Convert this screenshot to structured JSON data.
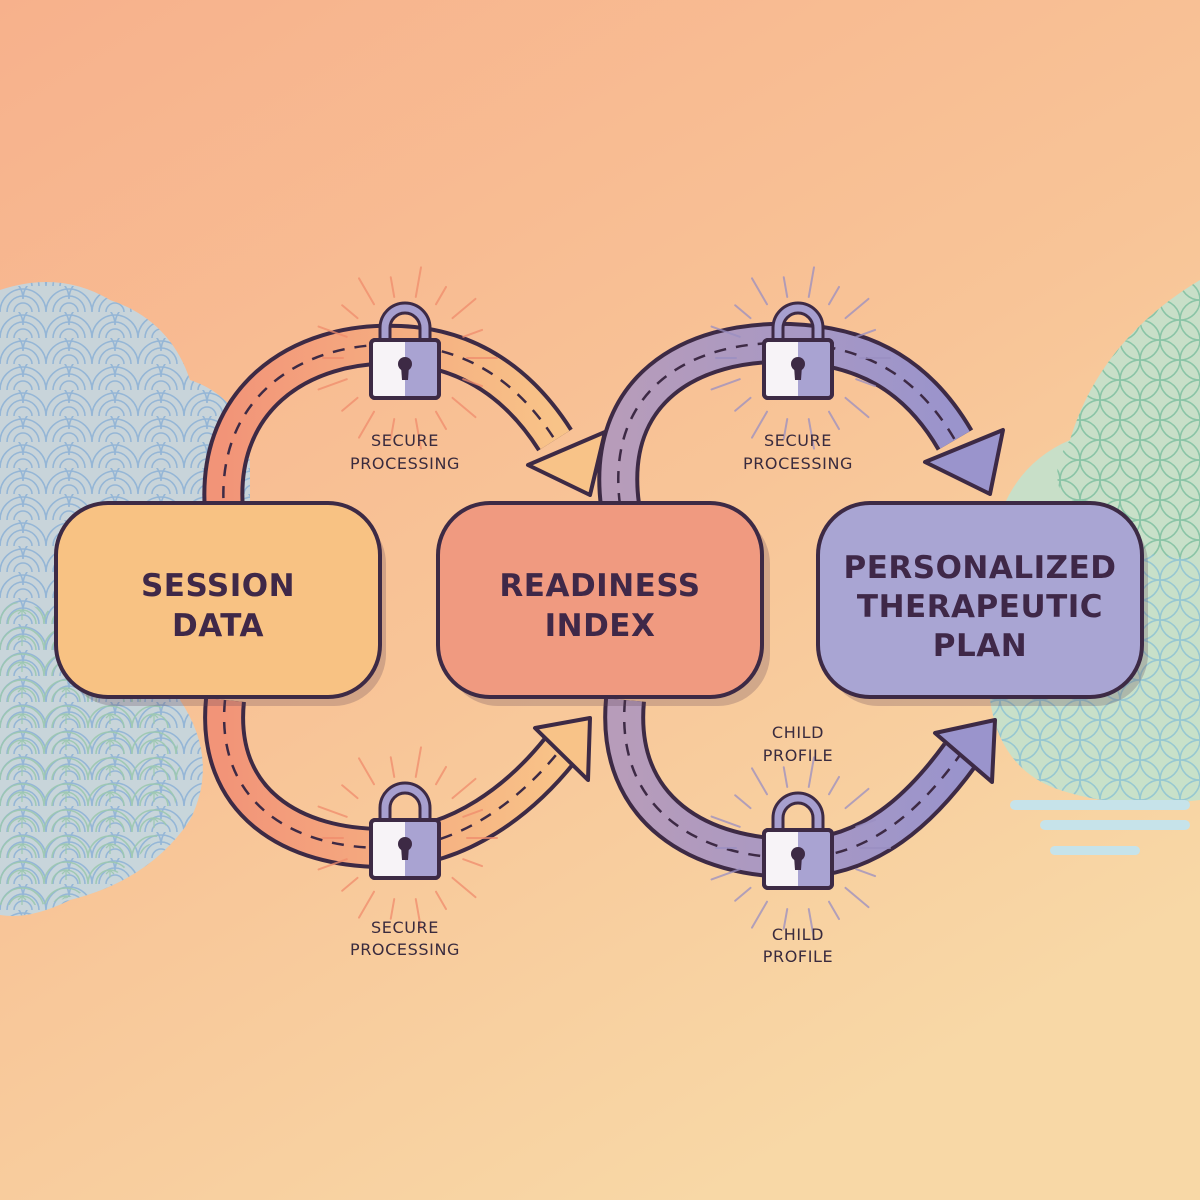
{
  "nodes": {
    "session": {
      "lines": [
        "SESSION",
        "DATA"
      ],
      "fill": "#f8c283"
    },
    "readiness": {
      "lines": [
        "READINESS",
        "INDEX"
      ],
      "fill": "#f09a80"
    },
    "plan": {
      "lines": [
        "PERSONALIZED",
        "THERAPEUTIC",
        "PLAN"
      ],
      "fill": "#a9a5d3"
    }
  },
  "labels": {
    "secure_top_left": [
      "SECURE",
      "PROCESSING"
    ],
    "secure_top_right": [
      "SECURE",
      "PROCESSING"
    ],
    "secure_bottom_left": [
      "SECURE",
      "PROCESSING"
    ],
    "child_profile_mid": [
      "CHILD",
      "PROFILE"
    ],
    "child_profile_bottom": [
      "CHILD",
      "PROFILE"
    ]
  },
  "colors": {
    "background_top": "#f7b98e",
    "background_bottom": "#f8d3a0",
    "outline": "#3d2a45",
    "warm_arrow": "#f3a47a",
    "cool_arrow": "#9a8fc2",
    "lock_body": "#f6f2f6",
    "lock_shade": "#a79fcf"
  },
  "icons": [
    "lock-icon",
    "curved-arrow-icon",
    "radiating-lines-icon"
  ]
}
